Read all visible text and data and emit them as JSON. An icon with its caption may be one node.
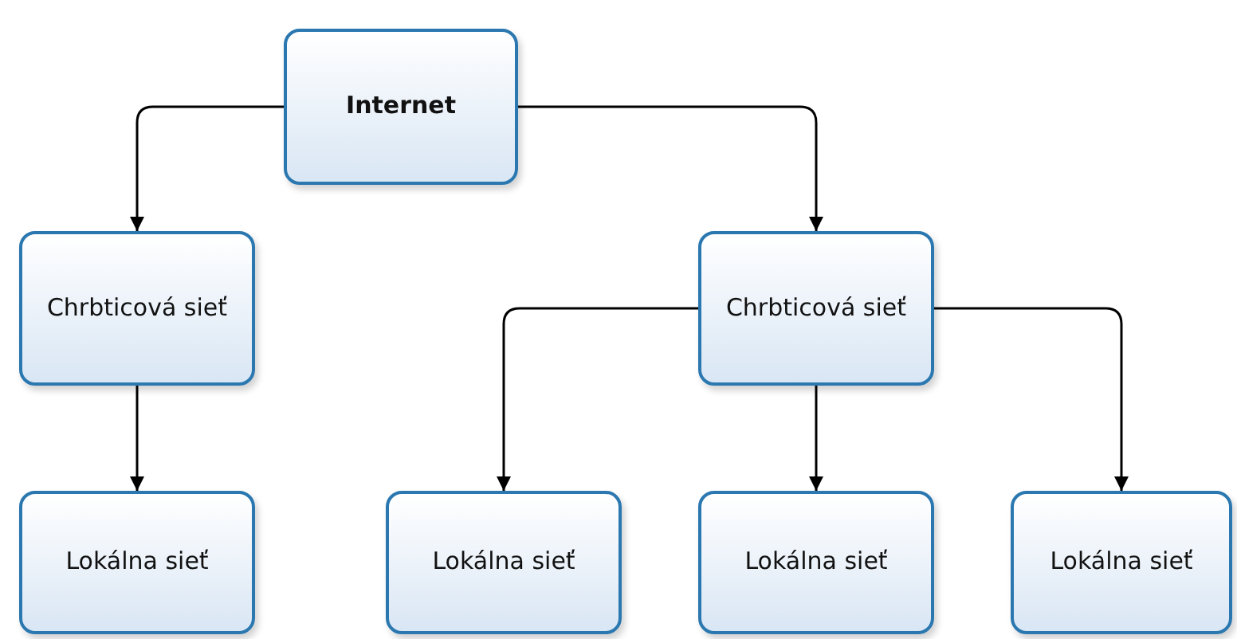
{
  "diagram": {
    "nodes": [
      {
        "text": [
          "Internet"
        ]
      },
      {
        "text": [
          "Chrbticová sieť"
        ]
      },
      {
        "text": [
          "Chrbticová sieť"
        ]
      },
      {
        "text": [
          "Lokálna sieť"
        ]
      },
      {
        "text": [
          "Lokálna sieť"
        ]
      },
      {
        "text": [
          "Lokálna sieť"
        ]
      },
      {
        "text": [
          "Lokálna sieť"
        ]
      }
    ],
    "edges": [
      {
        "from": 0,
        "to": 1,
        "arrow": "to"
      },
      {
        "from": 0,
        "to": 2,
        "arrow": "to"
      },
      {
        "from": 1,
        "to": 3,
        "arrow": "to"
      },
      {
        "from": 2,
        "to": 4,
        "arrow": "to"
      },
      {
        "from": 2,
        "to": 5,
        "arrow": "to"
      },
      {
        "from": 2,
        "to": 6,
        "arrow": "to"
      }
    ]
  }
}
